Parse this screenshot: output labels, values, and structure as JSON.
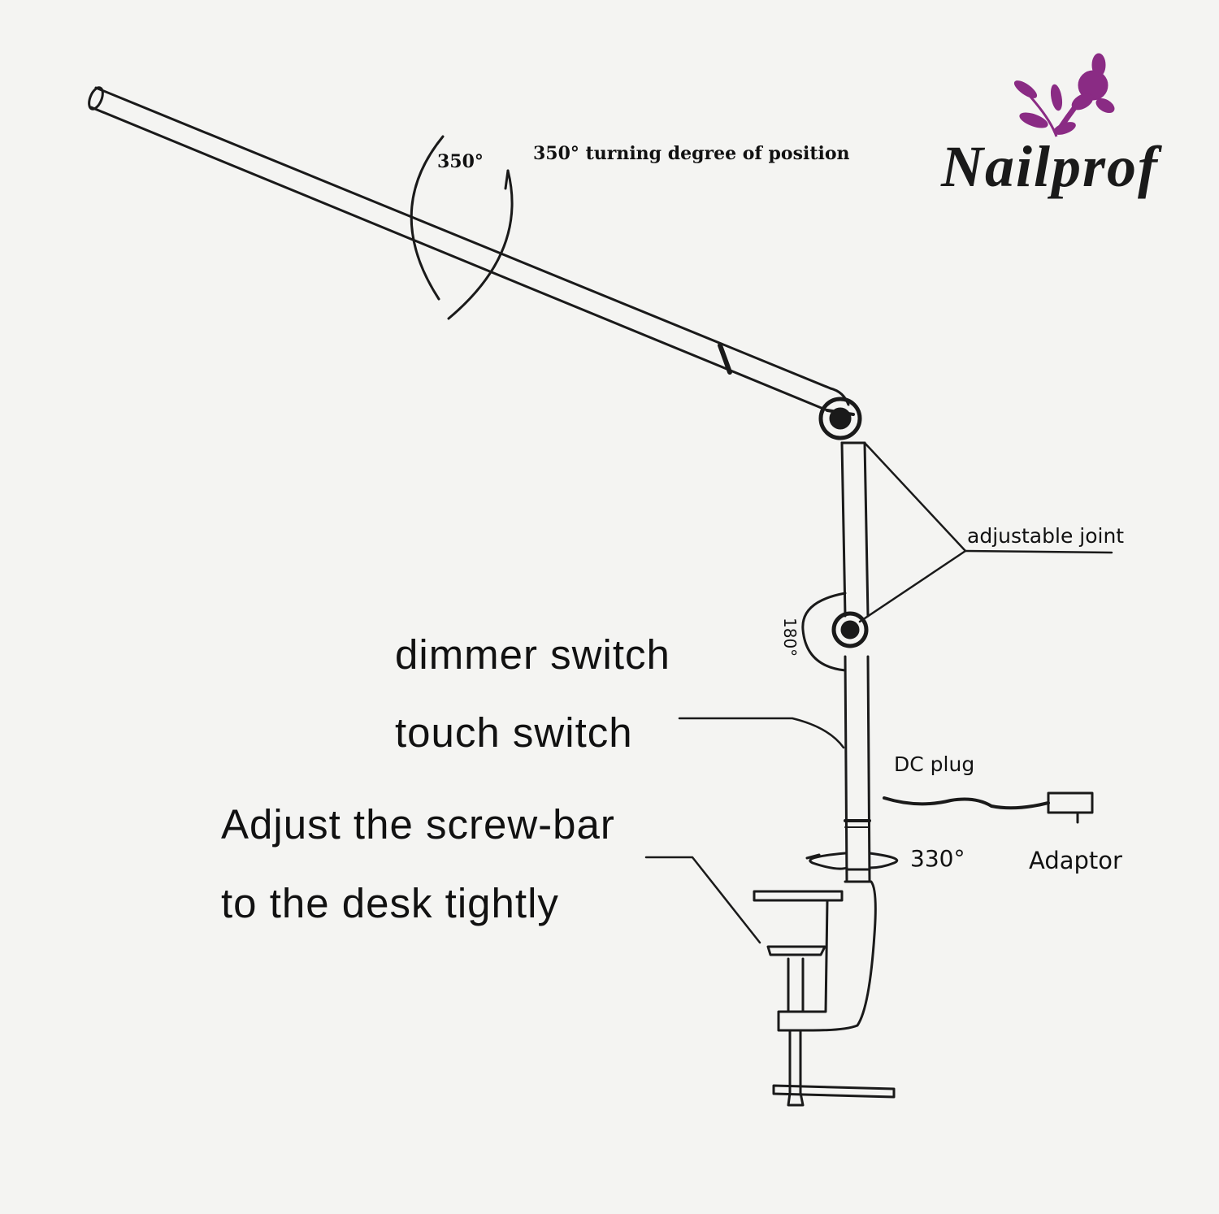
{
  "brand": {
    "name": "Nailprof",
    "accent_color": "#8a2b84",
    "logo_icon": "purple-flower-icon"
  },
  "labels": {
    "rotation_arm_deg": "350°",
    "rotation_arm_desc": "350°  turning degree of position",
    "joint_deg": "180°",
    "adjustable_joint": "adjustable joint",
    "dimmer_switch": "dimmer switch",
    "touch_switch": "touch switch",
    "dc_plug": "DC plug",
    "base_rotation_deg": "330°",
    "adaptor": "Adaptor",
    "clamp_line1": "Adjust the screw-bar",
    "clamp_line2": "to the desk tightly"
  }
}
